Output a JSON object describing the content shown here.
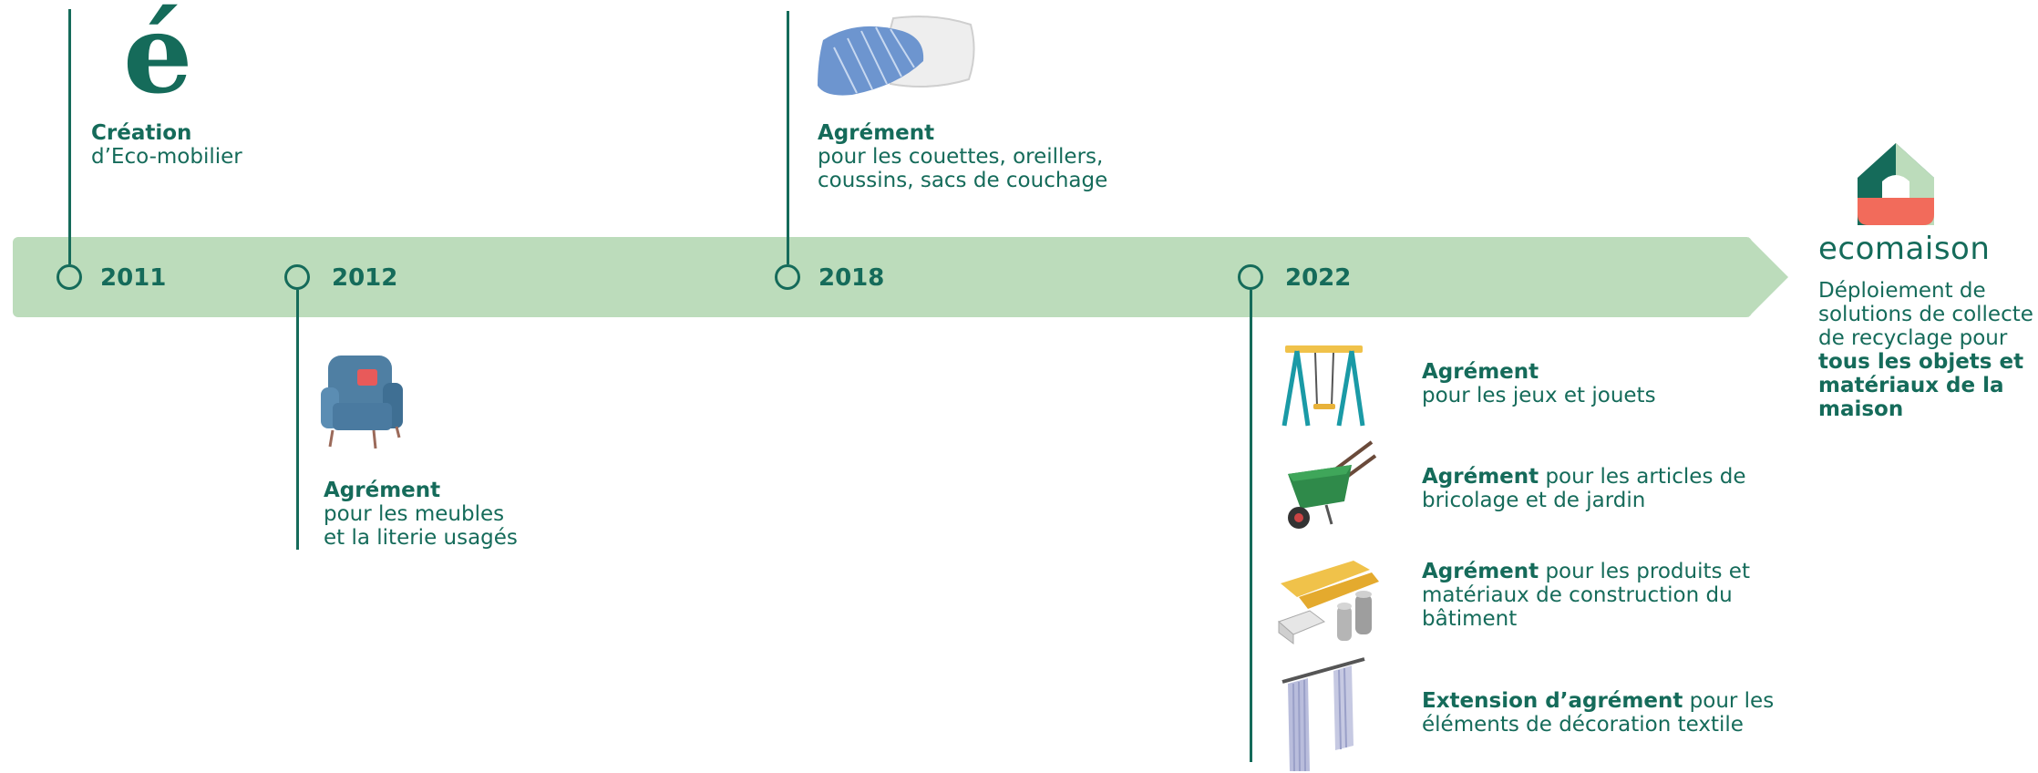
{
  "years": {
    "y2011": "2011",
    "y2012": "2012",
    "y2018": "2018",
    "y2022": "2022"
  },
  "y2011": {
    "title": "Création",
    "line1": "d’Eco-mobilier",
    "logo": "é",
    "logo_name": "eco-mobilier-logo"
  },
  "y2012": {
    "title": "Agrément",
    "line1": "pour les meubles",
    "line2": "et la literie usagés",
    "icon": "armchair-icon"
  },
  "y2018": {
    "title": "Agrément",
    "line1": "pour les couettes, oreillers,",
    "line2": "coussins, sacs de couchage",
    "icon": "pillows-icon"
  },
  "y2022": {
    "items": [
      {
        "bold": "Agrément",
        "rest": "",
        "line2": "pour les jeux et jouets",
        "icon": "swing-icon"
      },
      {
        "bold": "Agrément",
        "rest": " pour les articles de",
        "line2": "bricolage et de jardin",
        "icon": "wheelbarrow-icon"
      },
      {
        "bold": "Agrément",
        "rest": " pour les produits et",
        "line2": "matériaux de construction du",
        "line3": "bâtiment",
        "icon": "building-materials-icon"
      },
      {
        "bold": "Extension d’agrément",
        "rest": " pour les",
        "line2": "éléments de décoration textile",
        "icon": "curtain-icon"
      }
    ]
  },
  "ecomaison": {
    "brand": "ecomaison",
    "line1": "Déploiement de",
    "line2": "solutions de collecte",
    "line3": "de recyclage pour",
    "bold1": "tous les objets et",
    "bold2": "matériaux de la",
    "bold3": "maison",
    "icon": "ecomaison-house-logo"
  },
  "colors": {
    "accent": "#156b5a",
    "band": "#bcdcbb",
    "house_light": "#bcdcbb",
    "house_coral": "#f26b5b"
  }
}
